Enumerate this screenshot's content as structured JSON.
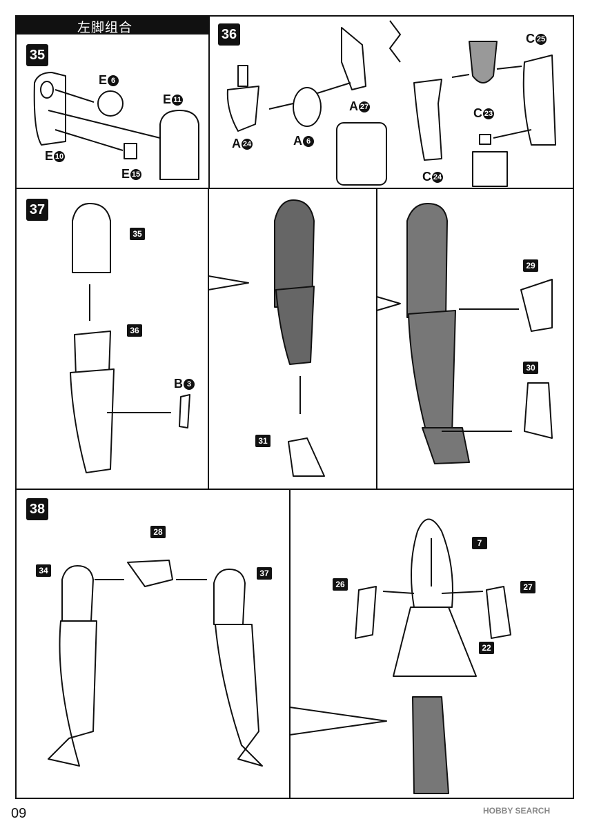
{
  "header": {
    "title": "左脚组合"
  },
  "steps": {
    "s35": "35",
    "s36": "36",
    "s37": "37",
    "s38": "38"
  },
  "parts": {
    "e6": {
      "letter": "E",
      "num": "6"
    },
    "e11": {
      "letter": "E",
      "num": "11"
    },
    "e10": {
      "letter": "E",
      "num": "10"
    },
    "e15": {
      "letter": "E",
      "num": "15"
    },
    "a24": {
      "letter": "A",
      "num": "24"
    },
    "a6": {
      "letter": "A",
      "num": "6"
    },
    "a27": {
      "letter": "A",
      "num": "27"
    },
    "c25": {
      "letter": "C",
      "num": "25"
    },
    "c23": {
      "letter": "C",
      "num": "23"
    },
    "c24": {
      "letter": "C",
      "num": "24"
    },
    "b3": {
      "letter": "B",
      "num": "3"
    }
  },
  "tags": {
    "t35": "35",
    "t36": "36",
    "t31": "31",
    "t29": "29",
    "t30": "30",
    "t28": "28",
    "t34": "34",
    "t37": "37",
    "t7": "7",
    "t26": "26",
    "t27": "27",
    "t22": "22"
  },
  "footer": {
    "page": "09",
    "watermark": "HOBBY SEARCH"
  }
}
